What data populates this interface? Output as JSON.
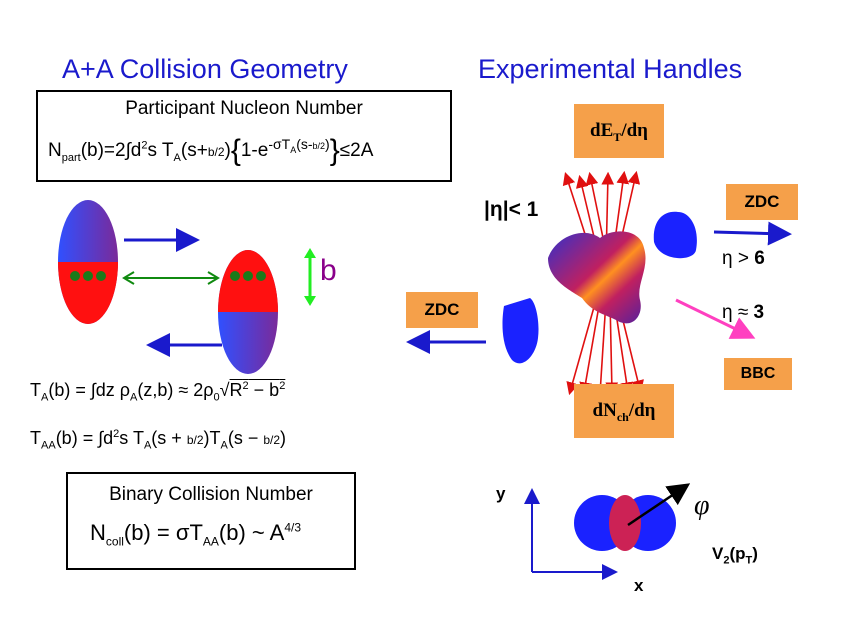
{
  "left": {
    "title": "A+A Collision Geometry",
    "participant_box": {
      "heading": "Participant Nucleon Number",
      "formula": "Npart(b)=2∫d²s TA(s+b/2){1-e^(-σTA(s-b/2))} ≤ 2A"
    },
    "b_label": "b",
    "eq_ta": "TA(b) = ∫dz ρA(z,b) ≈ 2ρ0 √(R² − b²)",
    "eq_taa": "TAA(b) = ∫d²s TA(s + b/2)TA(s − b/2)",
    "binary_box": {
      "heading": "Binary Collision Number",
      "formula": "Ncoll(b) = σTAA(b) ~ A^4/3"
    }
  },
  "right": {
    "title": "Experimental Handles",
    "det_top": "dET/dη",
    "det_bottom": "dNch/dη",
    "eta_mid": "|η|< 1",
    "zdc_right": "ZDC",
    "zdc_left": "ZDC",
    "eta_gt6": "η > 6",
    "eta_approx3": "η ≈ 3",
    "bbc": "BBC",
    "axis_y": "y",
    "axis_x": "x",
    "phi": "φ",
    "v2": "V2(pT)"
  },
  "colors": {
    "title": "#1a1acc",
    "arrow_blue": "#1a1acc",
    "arrow_green": "#108a10",
    "b_purple": "#8a008a",
    "orange_box": "#f5a04a",
    "red_tracks": "#e01010",
    "pink_arrow": "#ff40c0",
    "nucleus_red": "#ff1010",
    "nucleus_blue": "#2233ee",
    "dot_green": "#1a7a1a"
  }
}
